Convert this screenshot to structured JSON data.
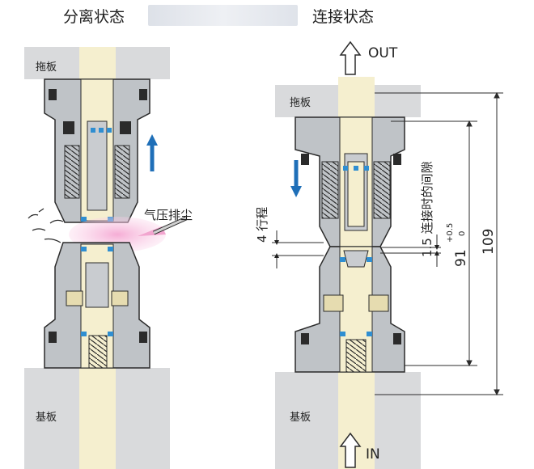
{
  "titles": {
    "left": "分离状态",
    "right": "连接状态"
  },
  "plates": {
    "left_top": "拖板",
    "left_bottom": "基板",
    "right_top": "拖板",
    "right_bottom": "基板"
  },
  "flow": {
    "out": "OUT",
    "in": "IN"
  },
  "annotations": {
    "air_purge": "气压排尘",
    "stroke": "4 行程",
    "gap": "1.5 连接时的间隙",
    "dim_91": "91",
    "dim_91_tol_upper": "+0.5",
    "dim_91_tol_lower": "0",
    "dim_109": "109"
  },
  "colors": {
    "body": "#bfc3c7",
    "body_dark": "#8d9297",
    "plate": "#d9dadc",
    "fluid": "#f5efcf",
    "seal_blue": "#2f8ed1",
    "arrow_blue": "#1f6fb8",
    "purge_pink": "#f2a5cf",
    "outline": "#2b2b2b"
  }
}
